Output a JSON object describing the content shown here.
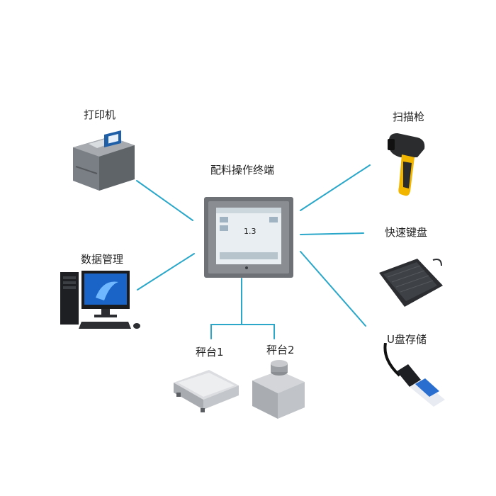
{
  "labels": {
    "printer": "打印机",
    "terminal": "配料操作终端",
    "scanner": "扫描枪",
    "data_mgmt": "数据管理",
    "keyboard": "快速键盘",
    "scale1": "秤台1",
    "scale2": "秤台2",
    "usb": "U盘存储"
  },
  "terminal_screen": {
    "reading": "1.3"
  },
  "colors": {
    "connector": "#2aa7c9",
    "terminal_frame": "#6e7276",
    "screen": "#e8eef2",
    "scanner_accent": "#f2b600",
    "usb_accent": "#2a6fd0"
  }
}
